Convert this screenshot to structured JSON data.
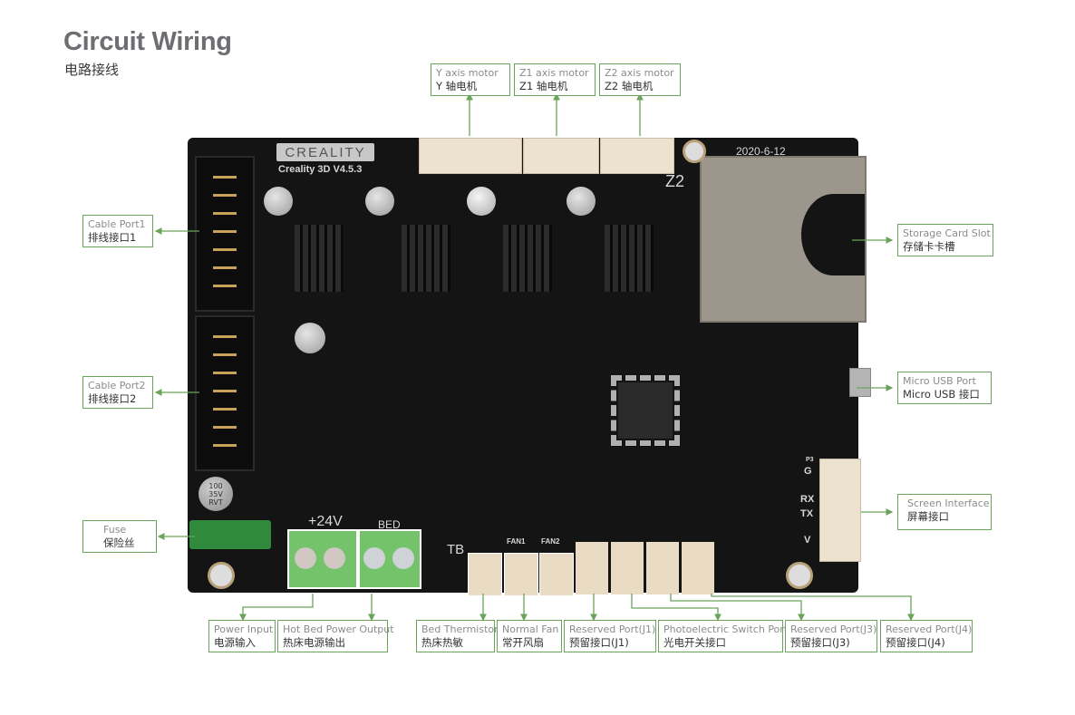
{
  "header": {
    "title": "Circuit Wiring",
    "subtitle": "电路接线"
  },
  "board": {
    "brand": "CREALITY",
    "model": "Creality 3D V4.5.3",
    "date": "2020-6-12",
    "power_silk": "+24V",
    "bed_silk": "BED",
    "tb_silk": "TB",
    "fan1_silk": "FAN1",
    "fan2_silk": "FAN2",
    "z2_silk": "Z2",
    "screen_pins": [
      "P3",
      "G",
      "RX",
      "TX",
      "V"
    ],
    "capacitor_text": [
      "100",
      "35V",
      "RVT"
    ]
  },
  "labels": {
    "y_motor": {
      "en": "Y axis motor",
      "cn": "Y 轴电机"
    },
    "z1_motor": {
      "en": "Z1 axis motor",
      "cn": "Z1 轴电机"
    },
    "z2_motor": {
      "en": "Z2 axis motor",
      "cn": "Z2 轴电机"
    },
    "cable_port1": {
      "en": "Cable Port1",
      "cn": "排线接口1"
    },
    "cable_port2": {
      "en": "Cable Port2",
      "cn": "排线接口2"
    },
    "fuse": {
      "en": "Fuse",
      "cn": "保险丝"
    },
    "storage_card": {
      "en": "Storage Card Slot",
      "cn": "存储卡卡槽"
    },
    "micro_usb": {
      "en": "Micro USB Port",
      "cn": "Micro USB 接口"
    },
    "screen": {
      "en": "Screen Interface",
      "cn": "屏幕接口"
    },
    "power_input": {
      "en": "Power Input",
      "cn": "电源输入"
    },
    "hot_bed": {
      "en": "Hot Bed Power Output",
      "cn": "热床电源输出"
    },
    "bed_thermistor": {
      "en": "Bed Thermistor",
      "cn": "热床热敏"
    },
    "normal_fan": {
      "en": "Normal Fan",
      "cn": "常开风扇"
    },
    "reserved_j1": {
      "en": "Reserved Port(J1)",
      "cn": "预留接口(J1)"
    },
    "photoelectric": {
      "en": "Photoelectric Switch Port",
      "cn": "光电开关接口"
    },
    "reserved_j3": {
      "en": "Reserved Port(J3)",
      "cn": "预留接口(J3)"
    },
    "reserved_j4": {
      "en": "Reserved Port(J4)",
      "cn": "预留接口(J4)"
    }
  },
  "colors": {
    "line": "#6aa35a",
    "title": "#6d6e71",
    "board": "#141414",
    "terminal": "#6fbf6a",
    "connector": "#eadcc4"
  }
}
